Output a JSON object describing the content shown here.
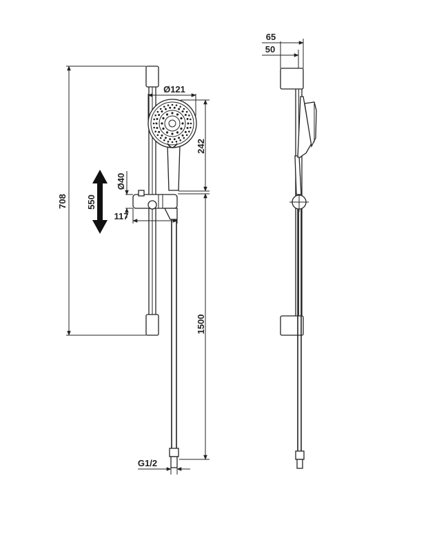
{
  "front_view": {
    "dimensions": {
      "rail_height": "708",
      "shower_head_diameter": "Ø121",
      "head_to_holder": "242",
      "holder_diameter": "Ø40",
      "holder_offset": "117",
      "slide_range": "550",
      "hose_length": "1500",
      "connector_thread": "G1/2"
    }
  },
  "side_view": {
    "dimensions": {
      "bracket_depth": "65",
      "rail_offset": "50"
    }
  },
  "colors": {
    "line": "#222222",
    "fill": "#ffffff",
    "arrow": "#111111"
  }
}
